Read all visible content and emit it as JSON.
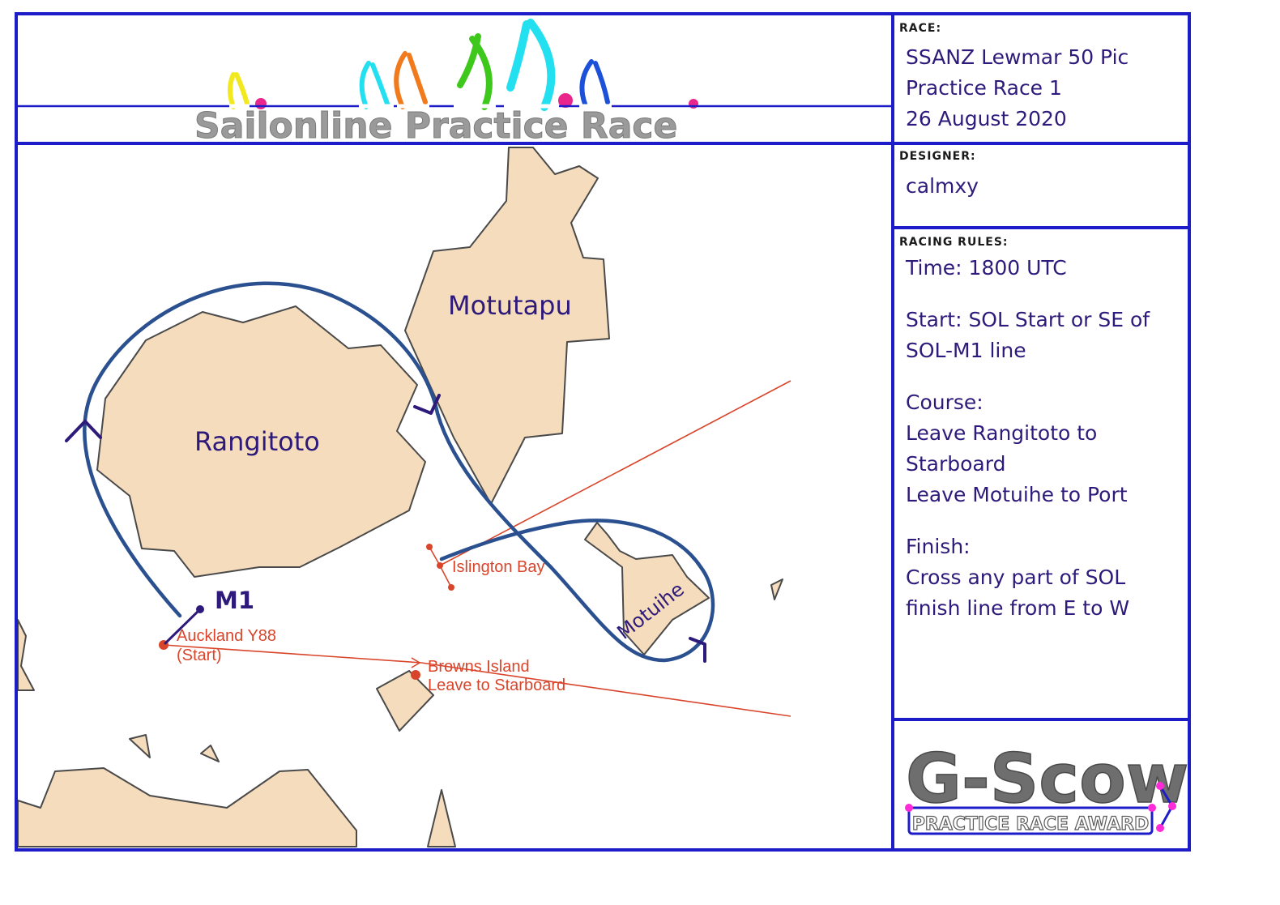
{
  "banner": {
    "title": "Sailonline Practice Race"
  },
  "race": {
    "label": "RACE:",
    "lines": [
      "SSANZ Lewmar 50 Pic",
      "Practice Race 1",
      "26 August 2020"
    ]
  },
  "designer": {
    "label": "DESIGNER:",
    "name": "calmxy"
  },
  "rules": {
    "label": "RACING RULES:",
    "time": "Time: 1800 UTC",
    "start": [
      "Start: SOL Start or SE of",
      "SOL-M1 line"
    ],
    "course": [
      "Course:",
      "Leave Rangitoto to",
      "Starboard",
      "Leave Motuihe to Port"
    ],
    "finish": [
      "Finish:",
      "Cross any part of SOL",
      "finish line from E to W"
    ]
  },
  "map": {
    "islands": {
      "rangitoto": "Rangitoto",
      "motutapu": "Motutapu",
      "motuihe": "Motuihe"
    },
    "mark_m1": "M1",
    "waypoints": {
      "start_line1": "Auckland Y88",
      "start_line2": "(Start)",
      "browns_line1": "Browns Island",
      "browns_line2": "Leave to Starboard",
      "islington": "Islington Bay"
    }
  },
  "award": {
    "logo_text": "G-Scow",
    "subtitle": "PRACTICE RACE AWARD"
  },
  "colors": {
    "frame": "#1c1cc8",
    "land": "#f5dcbd",
    "course_track": "#2a5090",
    "route": "#d9452b",
    "text": "#2e1a7a"
  }
}
